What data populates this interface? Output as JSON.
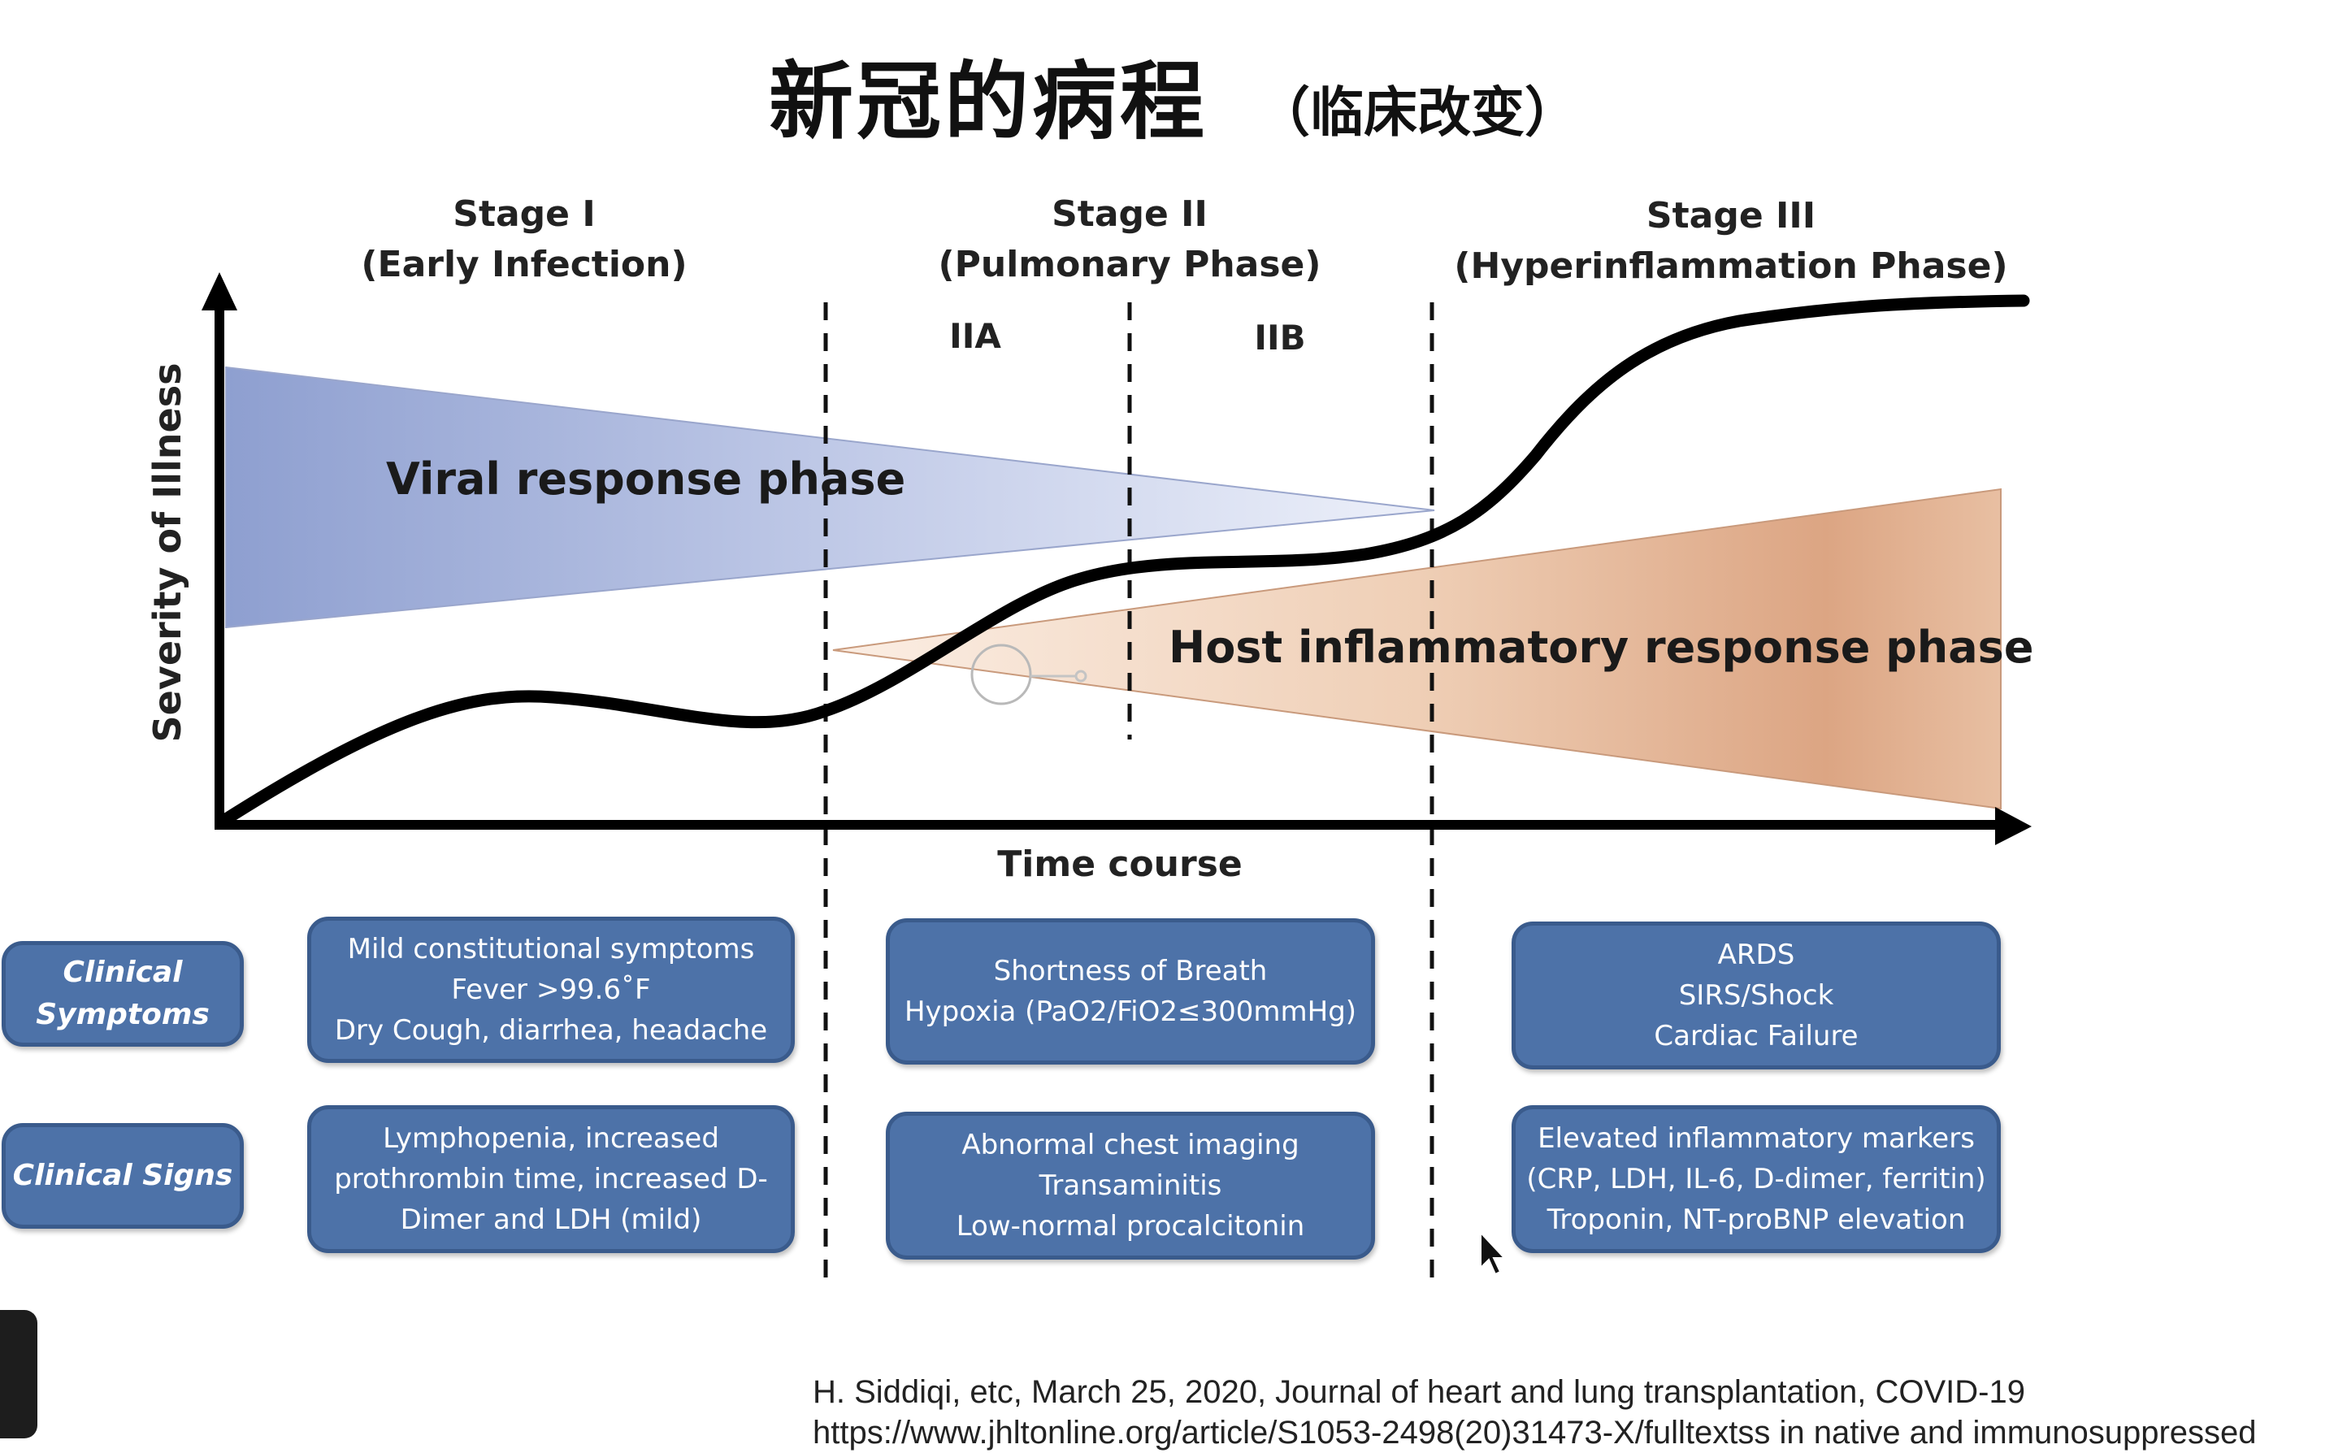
{
  "title": {
    "main": "新冠的病程",
    "sub": "（临床改变）"
  },
  "stages": [
    {
      "name": "Stage I",
      "desc": "(Early Infection)"
    },
    {
      "name": "Stage II",
      "desc": "(Pulmonary Phase)"
    },
    {
      "name": "Stage III",
      "desc": "(Hyperinflammation Phase)"
    }
  ],
  "substages": [
    "IIA",
    "IIB"
  ],
  "axes": {
    "y_label": "Severity of Illness",
    "x_label": "Time course"
  },
  "phases": {
    "viral": "Viral response phase",
    "host": "Host inflammatory response phase"
  },
  "colors": {
    "viral": "#8e9fd0",
    "host": "#dca583",
    "box": "#4d72a8"
  },
  "rows": [
    {
      "label": [
        "Clinical",
        "Symptoms"
      ],
      "cells": [
        [
          "Mild constitutional symptoms",
          "Fever >99.6˚F",
          "Dry Cough, diarrhea, headache"
        ],
        [
          "Shortness of Breath",
          "Hypoxia (PaO2/FiO2≤300mmHg)"
        ],
        [
          "ARDS",
          "SIRS/Shock",
          "Cardiac Failure"
        ]
      ]
    },
    {
      "label": [
        "Clinical Signs"
      ],
      "cells": [
        [
          "Lymphopenia, increased",
          "prothrombin time, increased D-",
          "Dimer and LDH (mild)"
        ],
        [
          "Abnormal chest imaging",
          "Transaminitis",
          "Low-normal procalcitonin"
        ],
        [
          "Elevated inflammatory markers",
          "(CRP, LDH, IL-6, D-dimer, ferritin)",
          "Troponin, NT-proBNP elevation"
        ]
      ]
    }
  ],
  "citation": [
    "H. Siddiqi, etc, March 25, 2020, Journal of heart and lung transplantation, COVID-19",
    "https://www.jhltonline.org/article/S1053-2498(20)31473-X/fulltextss in native and immunosuppressed"
  ]
}
